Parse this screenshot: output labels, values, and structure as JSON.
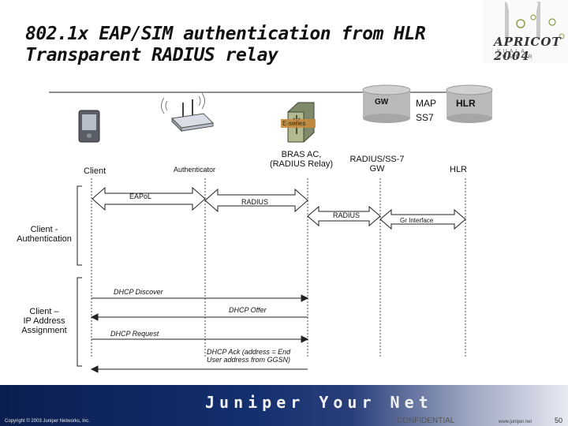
{
  "slide": {
    "title_line1": "802.1x EAP/SIM authentication from HLR",
    "title_line2": "Transparent RADIUS relay"
  },
  "logo": {
    "name": "APRICOT 2004",
    "location": "KUALA LUMPUR"
  },
  "nodes": {
    "gw_cylinder": "GW",
    "hlr_cylinder": "HLR",
    "map_ss7_line1": "MAP",
    "map_ss7_line2": "SS7",
    "eseries_label": "E-series",
    "client": "Client",
    "authenticator": "Authenticator",
    "bras_line1": "BRAS AC,",
    "bras_line2": "(RADIUS Relay)",
    "radius_gw_line1": "RADIUS/SS-7",
    "radius_gw_line2": "GW",
    "hlr": "HLR"
  },
  "phases": {
    "auth_line1": "Client -",
    "auth_line2": "Authentication",
    "ip_line1": "Client –",
    "ip_line2": "IP Address",
    "ip_line3": "Assignment"
  },
  "messages": {
    "eapol": "EAPoL",
    "radius1": "RADIUS",
    "radius2": "RADIUS",
    "gr_interface": "Gr Interface",
    "dhcp_discover": "DHCP Discover",
    "dhcp_offer": "DHCP Offer",
    "dhcp_request": "DHCP Request",
    "dhcp_ack_line1": "DHCP Ack (address = End",
    "dhcp_ack_line2": "User address from GGSN)"
  },
  "footer": {
    "brand": "Juniper Your Net",
    "copyright": "Copyright © 2003 Juniper Networks, Inc.",
    "confidential": "CONFIDENTIAL",
    "website": "www.juniper.net",
    "page": "50"
  }
}
